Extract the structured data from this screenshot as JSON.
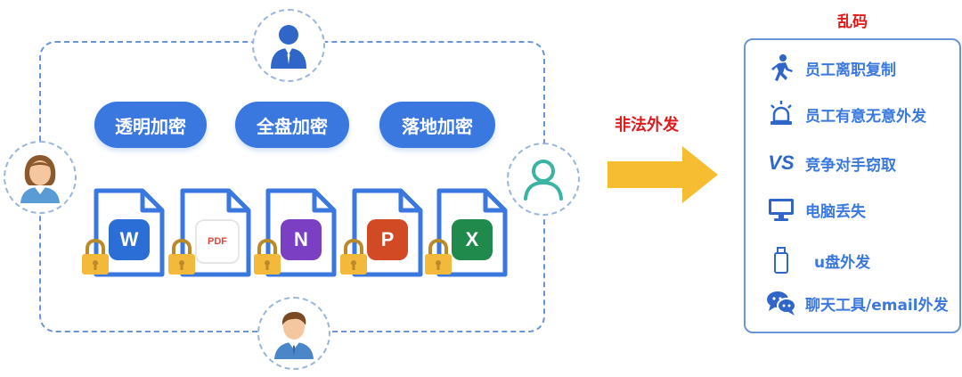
{
  "buttons": [
    "透明加密",
    "全盘加密",
    "落地加密"
  ],
  "files": [
    {
      "app": "Word",
      "letter": "W",
      "color": "#2b6fd6"
    },
    {
      "app": "PDF",
      "letter": "PDF",
      "color": "#e2463b"
    },
    {
      "app": "OneNote",
      "letter": "N",
      "color": "#7b3fc4"
    },
    {
      "app": "PowerPoint",
      "letter": "P",
      "color": "#d14a24"
    },
    {
      "app": "Excel",
      "letter": "X",
      "color": "#1f8a4c"
    }
  ],
  "arrow_label": "非法外发",
  "panel_title": "乱码",
  "risks": [
    {
      "icon": "running-person-icon",
      "label": "员工离职复制"
    },
    {
      "icon": "alarm-light-icon",
      "label": "员工有意无意外发"
    },
    {
      "icon": "vs-icon",
      "label": "竞争对手窃取",
      "icon_text": "VS"
    },
    {
      "icon": "monitor-icon",
      "label": "电脑丢失"
    },
    {
      "icon": "usb-drive-icon",
      "label": "u盘外发"
    },
    {
      "icon": "chat-bubbles-icon",
      "label": "聊天工具/email外发"
    }
  ],
  "colors": {
    "accent": "#3a78e0",
    "red": "#e0191b",
    "arrow": "#f7bd32",
    "lock": "#f3b93a"
  }
}
